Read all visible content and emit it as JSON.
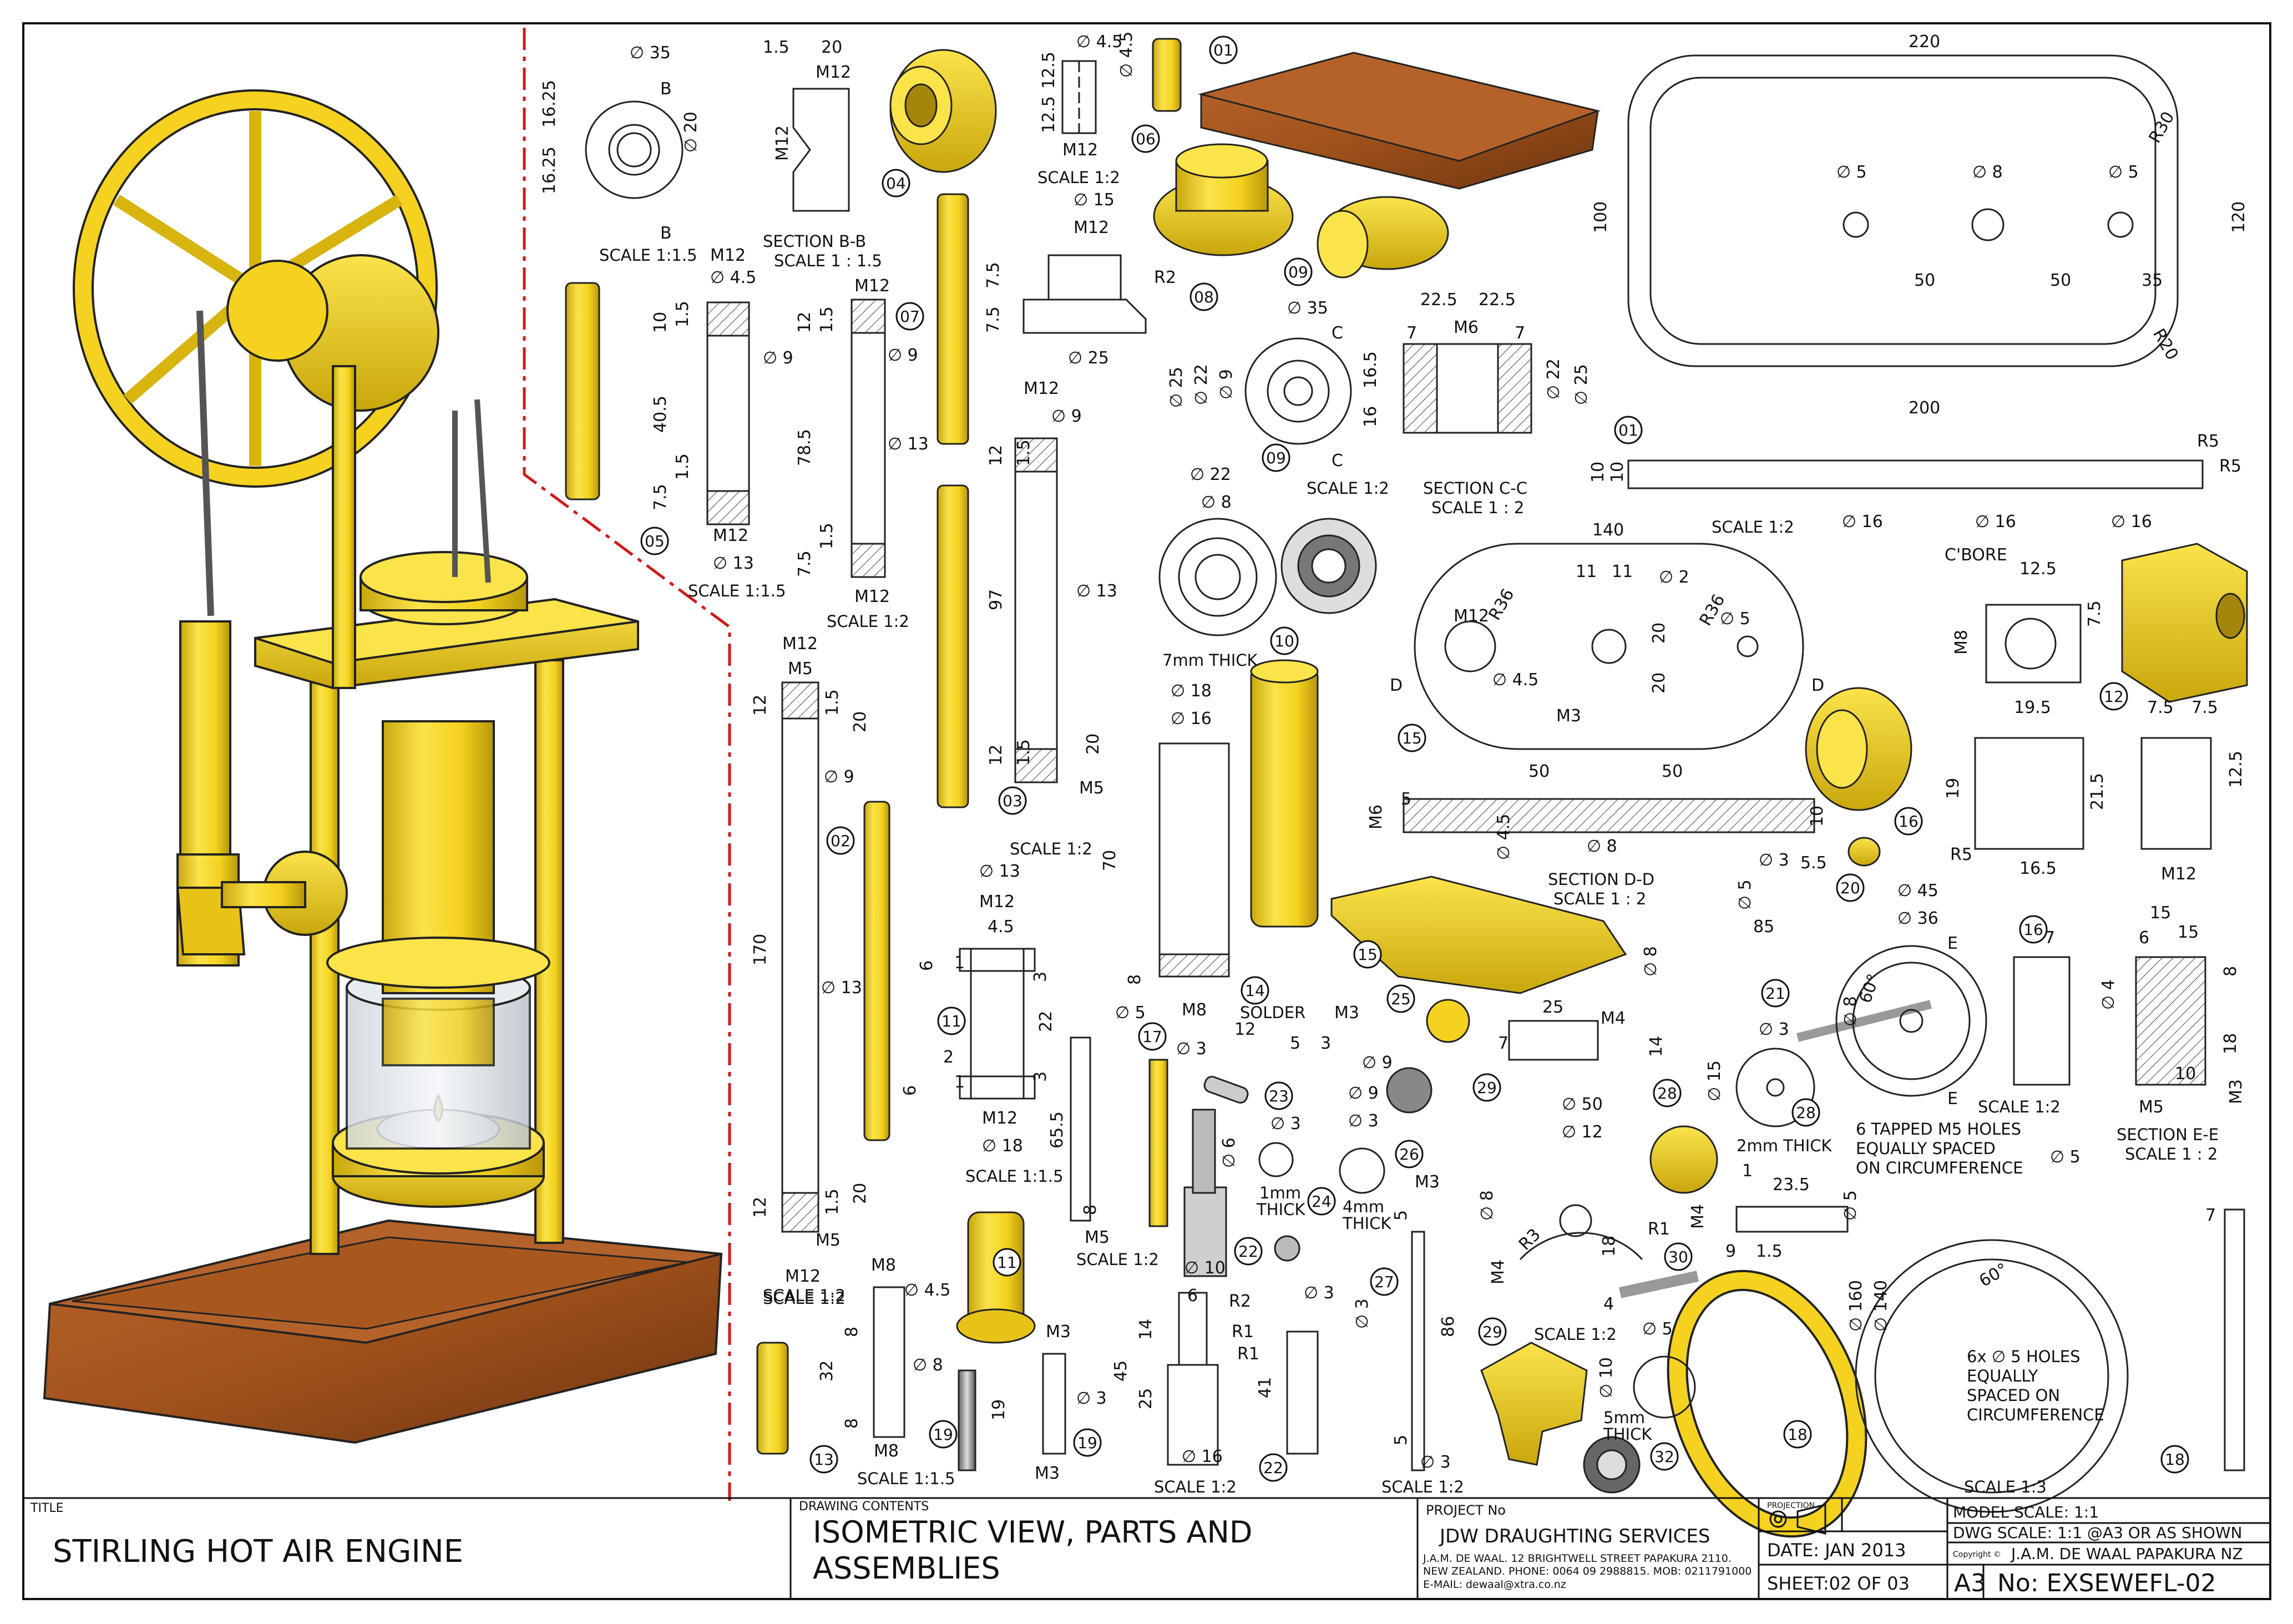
{
  "title_block": {
    "title_caption": "TITLE",
    "title": "STIRLING HOT AIR ENGINE",
    "contents_caption": "DRAWING CONTENTS",
    "contents_line1": "ISOMETRIC VIEW, PARTS AND",
    "contents_line2": "ASSEMBLIES",
    "project_caption": "PROJECT No",
    "company": "JDW DRAUGHTING SERVICES",
    "address1": "J.A.M. DE WAAL. 12 BRIGHTWELL STREET PAPAKURA 2110.",
    "address2": "NEW ZEALAND. PHONE: 0064 09 2988815. MOB: 0211791000",
    "address3": "E-MAIL: dewaal@xtra.co.nz",
    "projection_caption": "PROJECTION",
    "date": "DATE: JAN 2013",
    "sheet": "SHEET:02 OF 03",
    "size": "A3",
    "drawing_no": "No: EXSEWEFL-02",
    "model_scale": "MODEL SCALE: 1:1",
    "dwg_scale": "DWG SCALE: 1:1 @A3 OR AS SHOWN",
    "copyright_mark": "Copyright ©",
    "copyright": "J.A.M. DE WAAL PAPAKURA NZ"
  },
  "colors": {
    "brass": "#f4d21f",
    "brass_dark": "#c9a70d",
    "wood": "#a0521c",
    "wood_dark": "#6e340f",
    "section_line": "#d01818",
    "line": "#111111"
  },
  "balloons": [
    "01",
    "02",
    "03",
    "04",
    "05",
    "06",
    "07",
    "08",
    "09",
    "10",
    "11",
    "12",
    "13",
    "14",
    "15",
    "16",
    "17",
    "18",
    "19",
    "20",
    "21",
    "22",
    "23",
    "24",
    "25",
    "26",
    "27",
    "28",
    "29",
    "30",
    "32"
  ],
  "views": {
    "p04": {
      "d35": "∅ 35",
      "d20": "∅ 20",
      "m12": "M12",
      "h1": "16.25",
      "h2": "16.25",
      "w15": "1.5",
      "w20": "20",
      "b": "B",
      "scale": "SCALE 1:1.5",
      "section": "SECTION B-B",
      "section_scale": "SCALE 1 : 1.5"
    },
    "p06": {
      "d45a": "∅ 4.5",
      "d45b": "∅ 4.5",
      "h125a": "12.5",
      "h125b": "12.5",
      "m12": "M12",
      "scale": "SCALE 1:2"
    },
    "p05": {
      "m12a": "M12",
      "m12b": "M12",
      "d45": "∅ 4.5",
      "d9": "∅ 9",
      "d13": "∅ 13",
      "h10": "10",
      "h15a": "1.5",
      "h405": "40.5",
      "h15b": "1.5",
      "h75": "7.5",
      "scale": "SCALE 1:1.5"
    },
    "p07": {
      "m12a": "M12",
      "m12b": "M12",
      "d9": "∅ 9",
      "d13": "∅ 13",
      "h12": "12",
      "h15a": "1.5",
      "h785": "78.5",
      "h15b": "1.5",
      "h75": "7.5",
      "scale": "SCALE 1:2"
    },
    "p08": {
      "d15": "∅ 15",
      "m12": "M12",
      "d25": "∅ 25",
      "h75a": "7.5",
      "h75b": "7.5",
      "r2": "R2"
    },
    "p09": {
      "d35": "∅ 35",
      "d25": "∅ 25",
      "d22": "∅ 22",
      "d9": "∅ 9",
      "h165": "16.5",
      "h16": "16",
      "c": "C",
      "scale": "SCALE 1:2"
    },
    "secC": {
      "w225a": "22.5",
      "w225b": "22.5",
      "w7a": "7",
      "m6": "M6",
      "w7b": "7",
      "d22": "∅ 22",
      "d25": "∅ 25",
      "section": "SECTION C-C",
      "section_scale": "SCALE 1 : 2"
    },
    "p01": {
      "w220": "220",
      "h100": "100",
      "h120": "120",
      "r30": "R30",
      "r20": "R20",
      "d5a": "∅ 5",
      "d8": "∅ 8",
      "d5b": "∅ 5",
      "w50a": "50",
      "w50b": "50",
      "w35": "35",
      "w200": "200",
      "h10a": "10",
      "h10b": "10",
      "r5a": "R5",
      "r5b": "R5",
      "d16a": "∅ 16",
      "d16b": "∅ 16",
      "d16c": "∅ 16",
      "cbore": "C'BORE"
    },
    "p10": {
      "d22": "∅ 22",
      "d8": "∅ 8",
      "thick": "7mm THICK"
    },
    "p03": {
      "m12": "M12",
      "d9": "∅ 9",
      "d13": "∅ 13",
      "h12": "12",
      "h15": "1.5",
      "h97": "97",
      "h12b": "12",
      "h15b": "1.5",
      "w20": "20",
      "m5": "M5",
      "scale": "SCALE 1:2"
    },
    "p15": {
      "w140": "140",
      "r36a": "R36",
      "r36b": "R36",
      "m12": "M12",
      "d2": "∅ 2",
      "d5": "∅ 5",
      "w11a": "11",
      "w11b": "11",
      "h20a": "20",
      "h20b": "20",
      "d45": "∅ 4.5",
      "m3": "M3",
      "d": "D",
      "w50a": "50",
      "w50b": "50",
      "m6": "M6",
      "h5": "5",
      "h10": "10",
      "d45b": "∅ 4.5",
      "d8": "∅ 8",
      "scale": "SCALE 1:2",
      "section": "SECTION D-D",
      "section_scale": "SCALE 1 : 2"
    },
    "p12": {
      "w125": "12.5",
      "h75": "7.5",
      "m8": "M8",
      "w195": "19.5",
      "h19": "19",
      "h215": "21.5",
      "r5": "R5",
      "w165": "16.5",
      "w75a": "7.5",
      "w75b": "7.5",
      "h125": "12.5",
      "m12": "M12"
    },
    "p02": {
      "m12a": "M12",
      "m5a": "M5",
      "h12a": "12",
      "h15a": "1.5",
      "w20a": "20",
      "d9": "∅ 9",
      "h170": "170",
      "d13": "∅ 13",
      "h12b": "12",
      "h15b": "1.5",
      "w20b": "20",
      "m12b": "M12",
      "m5b": "M5",
      "scale": "SCALE 1:2"
    },
    "p14": {
      "d18": "∅ 18",
      "d16": "∅ 16",
      "h70": "70",
      "h8": "8",
      "m8": "M8",
      "solder": "SOLDER"
    },
    "p11": {
      "d13": "∅ 13",
      "m12a": "M12",
      "w45": "4.5",
      "h6a": "6",
      "h1a": "1",
      "h3a": "3",
      "h22": "22",
      "h2": "2",
      "h6b": "6",
      "h1b": "1",
      "h3b": "3",
      "m12b": "M12",
      "d18": "∅ 18",
      "scale": "SCALE 1:1.5"
    },
    "p17": {
      "d5": "∅ 5",
      "h655": "65.5",
      "h8": "8",
      "m5": "M5",
      "scale": "SCALE 1:2"
    },
    "p23": {
      "d3": "∅ 3",
      "w12": "12",
      "w5": "5"
    },
    "p25": {
      "m3": "M3",
      "d9": "∅ 9",
      "h3": "3"
    },
    "p26": {
      "d9": "∅ 9",
      "d3": "∅ 3",
      "thick1": "4mm",
      "thick2": "THICK"
    },
    "p24": {
      "d3": "∅ 3",
      "d6": "∅ 6",
      "thick1": "1mm",
      "thick2": "THICK"
    },
    "p20": {
      "d3": "∅ 3",
      "w55": "5.5",
      "d5": "∅ 5"
    },
    "p21": {
      "w85": "85",
      "d8": "∅ 8"
    },
    "p29": {
      "w25": "25",
      "m4": "M4",
      "h7": "7",
      "h14": "14",
      "d3": "∅ 3"
    },
    "p28": {
      "d15": "∅ 15",
      "thick": "2mm THICK"
    },
    "pE": {
      "d45": "∅ 45",
      "d36": "∅ 36",
      "e": "E",
      "d8": "∅ 8",
      "a60": "60°",
      "note1": "6 TAPPED M5 HOLES",
      "note2": "EQUALLY SPACED",
      "note3": "ON CIRCUMFERENCE",
      "scale": "SCALE 1:2"
    },
    "p16": {
      "w7": "7",
      "d4": "∅ 4",
      "w15a": "15",
      "w15b": "15",
      "w6": "6",
      "h8": "8",
      "h18": "18",
      "m5": "M5",
      "w10": "10",
      "m3": "M3",
      "section": "SECTION E-E",
      "section_scale": "SCALE 1 : 2"
    },
    "p30": {
      "d50": "∅ 50",
      "d12": "∅ 12",
      "d8": "∅ 8",
      "r3": "R3",
      "h18": "18",
      "r1": "R1",
      "m4a": "M4",
      "m4b": "M4",
      "h4": "4",
      "w9": "9",
      "w15": "1.5",
      "w235": "23.5",
      "d5": "∅ 5",
      "w1": "1",
      "scale": "SCALE 1:2"
    },
    "p18": {
      "d5": "∅ 5",
      "w7": "7",
      "d160": "∅ 160",
      "d140": "∅ 140",
      "a60": "60°",
      "note1": "6x ∅ 5 HOLES",
      "note2": "EQUALLY",
      "note3": "SPACED ON",
      "note4": "CIRCUMFERENCE",
      "scale": "SCALE 1:3"
    },
    "p32": {
      "d5": "∅ 5",
      "d10": "∅ 10",
      "thick1": "5mm",
      "thick2": "THICK"
    },
    "p13": {
      "m8a": "M8",
      "d45": "∅ 4.5",
      "d8": "∅ 8",
      "h8a": "8",
      "h32": "32",
      "h8b": "8",
      "m8b": "M8",
      "scale": "SCALE 1:2",
      "scale2": "SCALE 1:1.5"
    },
    "p19": {
      "m3a": "M3",
      "d3": "∅ 3",
      "h19": "19",
      "m3b": "M3"
    },
    "p22": {
      "d10": "∅ 10",
      "w6": "6",
      "r2": "R2",
      "r1a": "R1",
      "r1b": "R1",
      "h14": "14",
      "h45": "45",
      "h25": "25",
      "d16": "∅ 16",
      "h41": "41",
      "d3": "∅ 3",
      "scale": "SCALE 1:2"
    },
    "p27": {
      "m3": "M3",
      "d3": "∅ 3",
      "h86": "86",
      "h5a": "5",
      "h5b": "5",
      "d3b": "∅ 3",
      "scale": "SCALE 1:2"
    }
  }
}
